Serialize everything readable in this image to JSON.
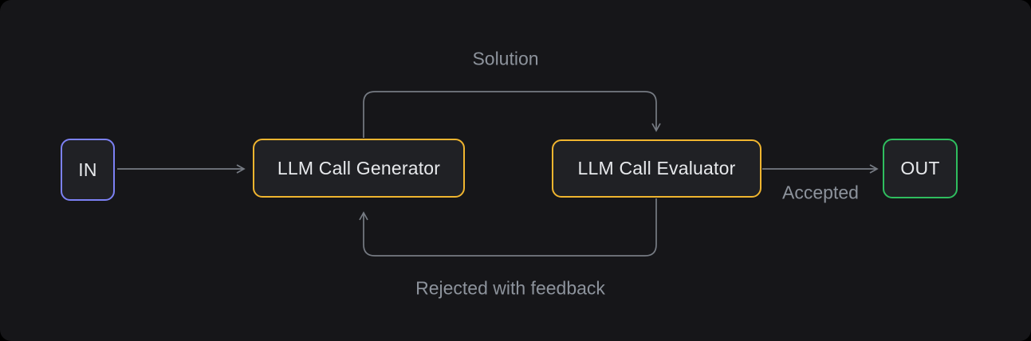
{
  "diagram": {
    "nodes": {
      "in": {
        "label": "IN",
        "border_color": "#7c81f4"
      },
      "generator": {
        "label": "LLM Call Generator",
        "border_color": "#f0b52f"
      },
      "evaluator": {
        "label": "LLM Call Evaluator",
        "border_color": "#f0b52f"
      },
      "out": {
        "label": "OUT",
        "border_color": "#2fbe5f"
      }
    },
    "edges": {
      "in_to_generator": {
        "label": ""
      },
      "generator_to_evaluator": {
        "label": "Solution"
      },
      "evaluator_to_generator": {
        "label": "Rejected with feedback"
      },
      "evaluator_to_out": {
        "label": "Accepted"
      }
    },
    "colors": {
      "outer_background": "#000000",
      "canvas_background": "#161619",
      "node_fill": "#202125",
      "node_text": "#e7e9ec",
      "edge_stroke": "#767b83",
      "edge_label_text": "#8d939c"
    }
  }
}
